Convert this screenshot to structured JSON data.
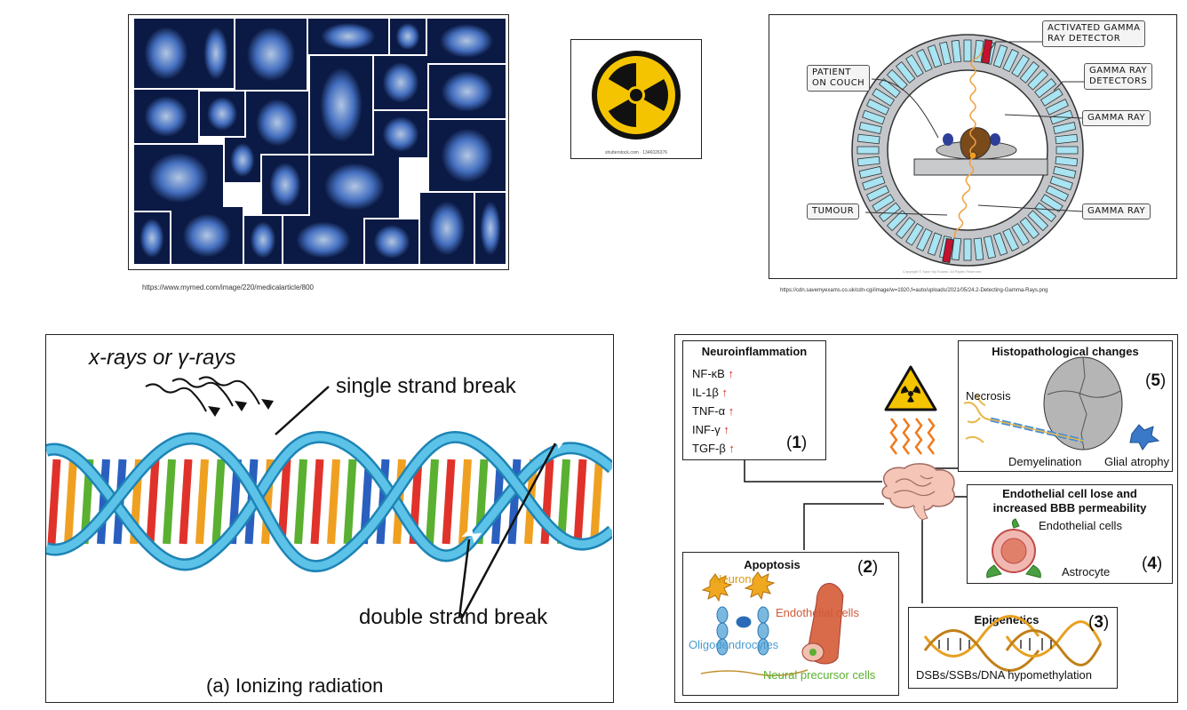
{
  "xray_panel": {
    "caption": "https://www.mymed.com/image/220/medicalarticle/800"
  },
  "radiation_sign": {
    "credit": "shutterstock.com · 1346026376",
    "colors": {
      "yellow": "#f5c400",
      "black": "#111111"
    }
  },
  "gamma_panel": {
    "labels": {
      "activated_detector": "ACTIVATED GAMMA\nRAY DETECTOR",
      "detectors": "GAMMA RAY\nDETECTORS",
      "patient": "PATIENT\nON COUCH",
      "gamma_ray_top": "GAMMA RAY",
      "gamma_ray_bottom": "GAMMA RAY",
      "tumour": "TUMOUR"
    },
    "copyright": "Copyright © Save My Exams. All Rights Reserved",
    "caption": "https://cdn.savemyexams.co.uk/cdn-cgi/image/w=1920,f=auto/uploads/2021/05/24.2-Detecting-Gamma-Rays.png"
  },
  "dna_panel": {
    "rays_label": "x-rays or γ-rays",
    "single_break": "single strand break",
    "double_break": "double strand break",
    "caption": "(a) Ionizing radiation"
  },
  "brain_panel": {
    "neuro": {
      "title": "Neuroinflammation",
      "items": [
        "NF-κB",
        "IL-1β",
        "TNF-α",
        "INF-γ",
        "TGF-β"
      ],
      "number": "1",
      "arrow_color": "#d9261c"
    },
    "histo": {
      "title": "Histopathological changes",
      "necrosis": "Necrosis",
      "demyelination": "Demyelination",
      "glial": "Glial atrophy",
      "number": "5"
    },
    "apoptosis": {
      "title": "Apoptosis",
      "neuron": "Neuron",
      "oligo": "Oligodendrocytes",
      "endo": "Endothelial cells",
      "npc": "Neural precursor cells",
      "number": "2"
    },
    "endothelial": {
      "title1": "Endothelial cell lose and",
      "title2": "increased BBB permeability",
      "cells": "Endothelial cells",
      "astro": "Astrocyte",
      "number": "4"
    },
    "epigenetics": {
      "title": "Epigenetics",
      "desc": "DSBs/SSBs/DNA hypomethylation",
      "number": "3"
    }
  }
}
